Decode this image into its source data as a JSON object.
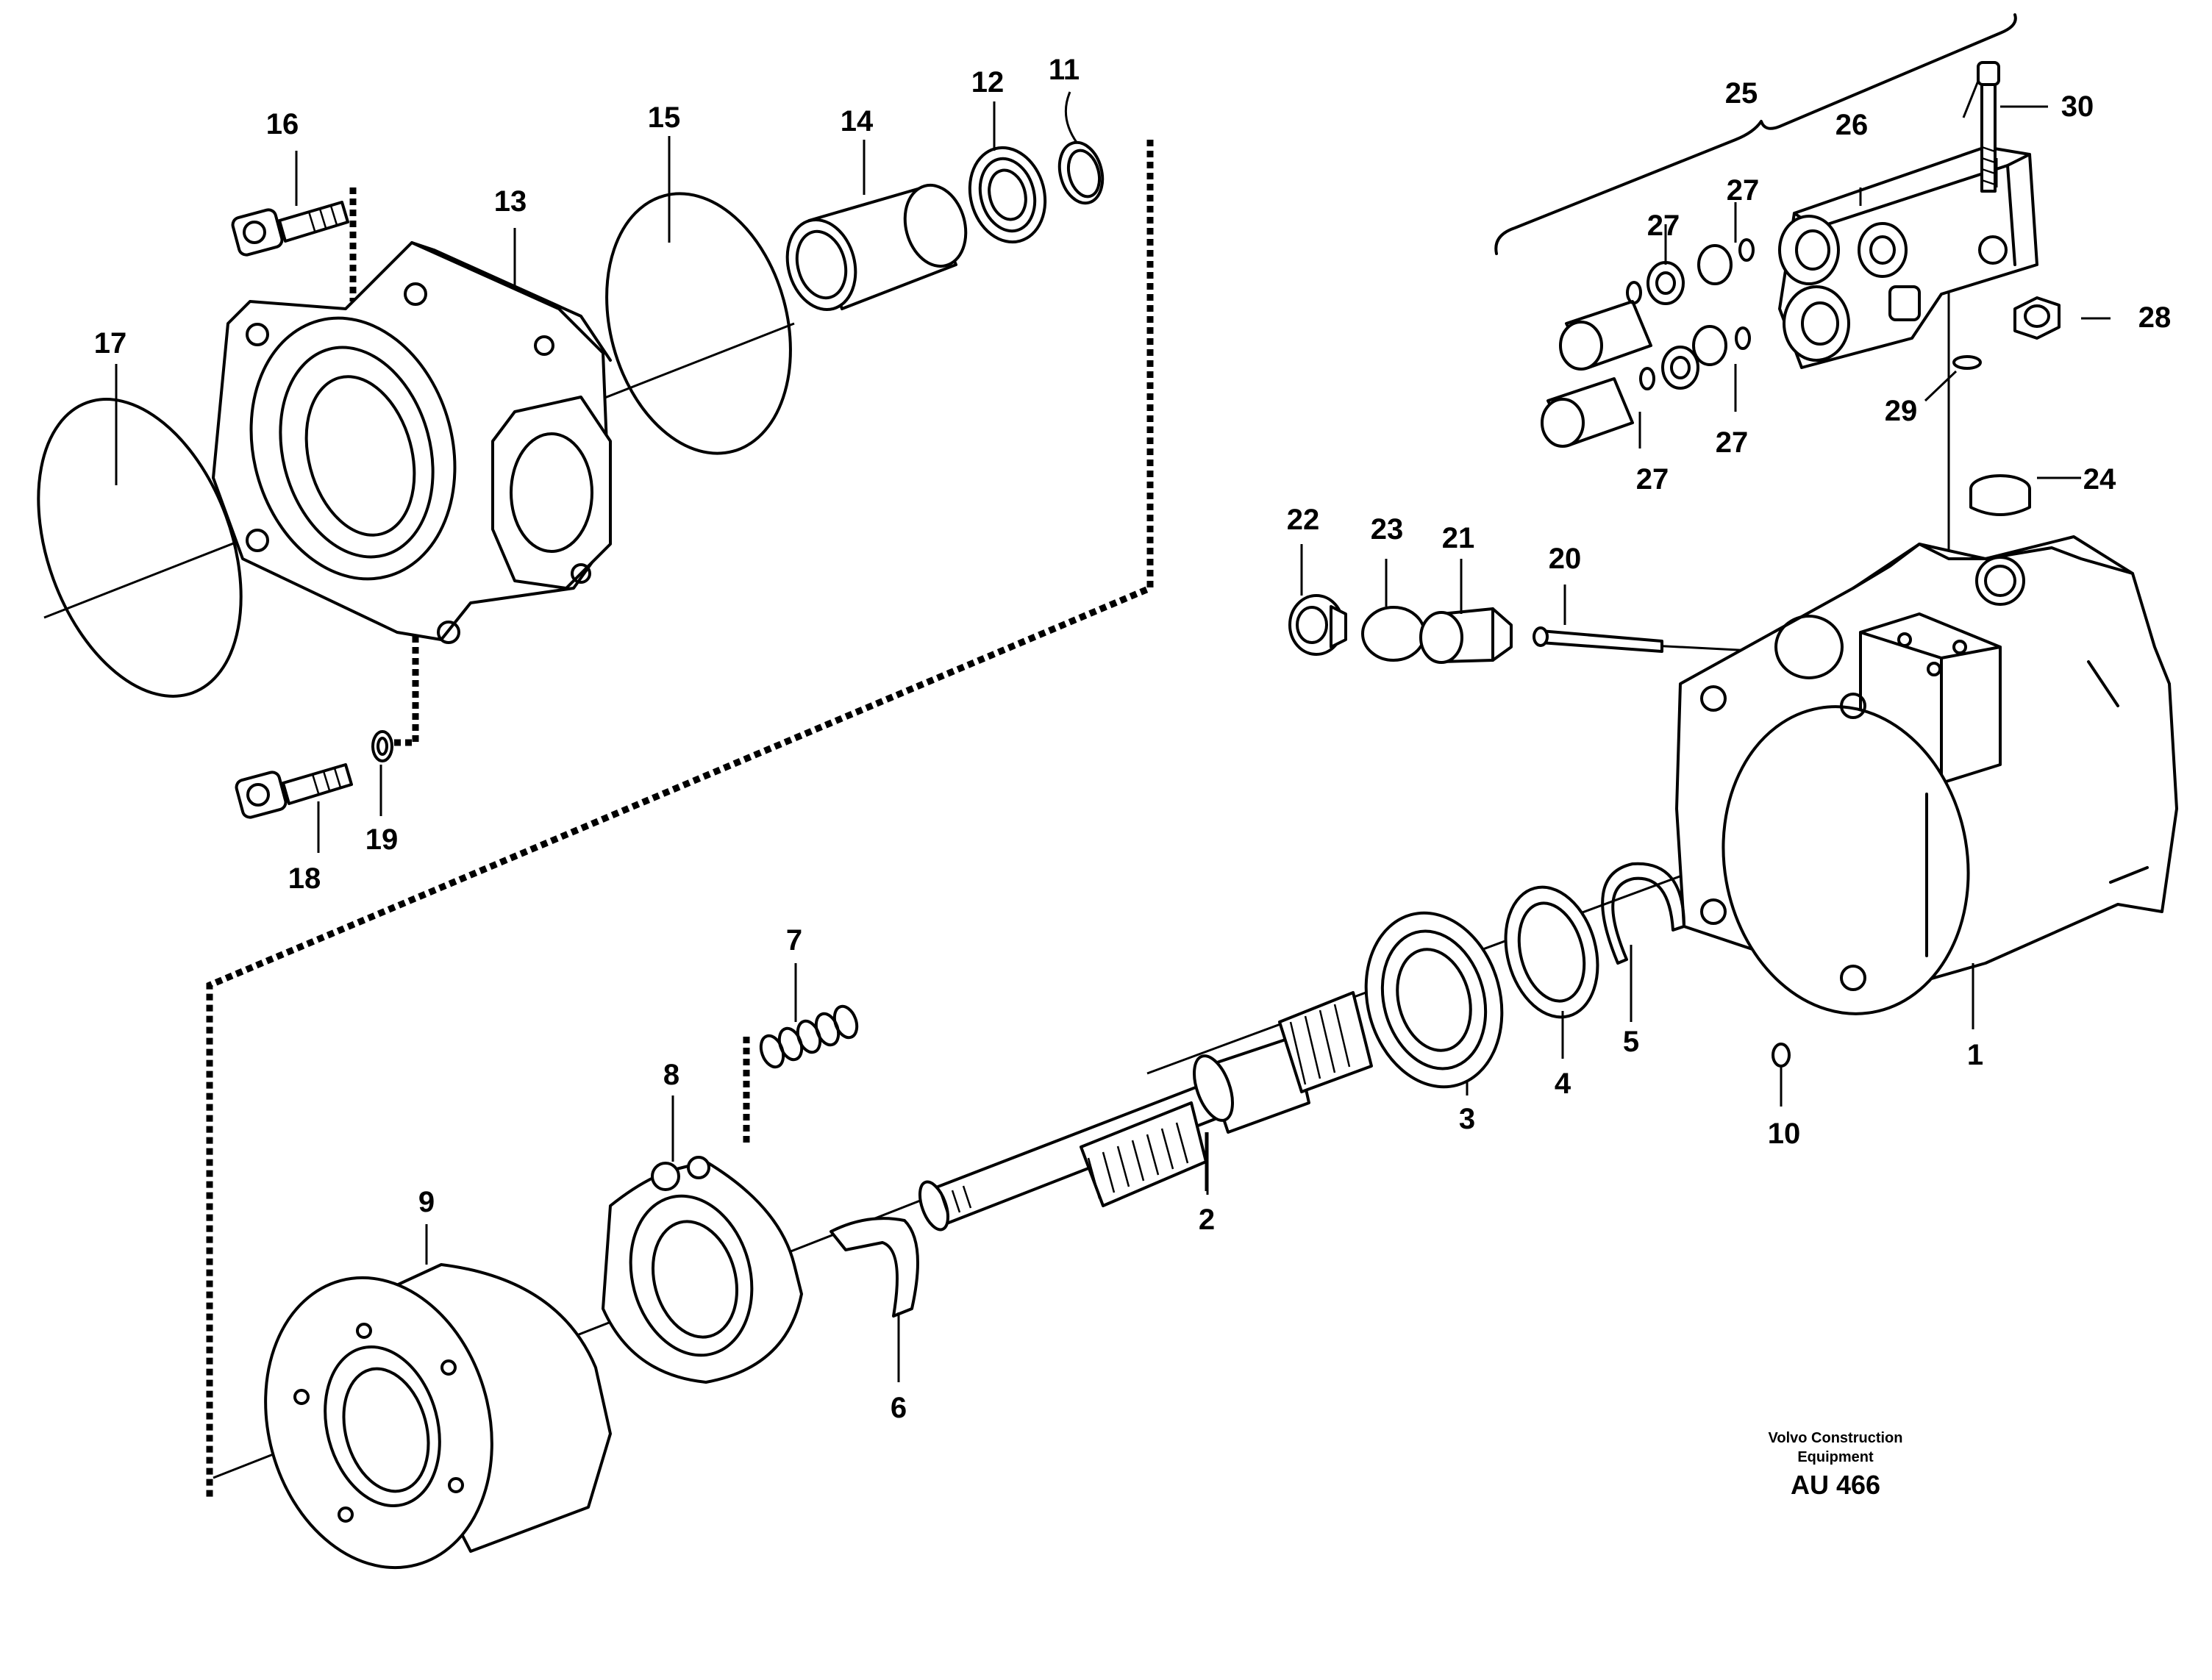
{
  "labels": {
    "1": "1",
    "2": "2",
    "3": "3",
    "4": "4",
    "5": "5",
    "6": "6",
    "7": "7",
    "8": "8",
    "9": "9",
    "10": "10",
    "11": "11",
    "12": "12",
    "13": "13",
    "14": "14",
    "15": "15",
    "16": "16",
    "17": "17",
    "18": "18",
    "19": "19",
    "20": "20",
    "21": "21",
    "22": "22",
    "23": "23",
    "24": "24",
    "25": "25",
    "26": "26",
    "27": "27",
    "28": "28",
    "29": "29",
    "30": "30"
  },
  "watermark": {
    "line1": "Volvo Construction",
    "line2": "Equipment",
    "code": "AU 466"
  }
}
